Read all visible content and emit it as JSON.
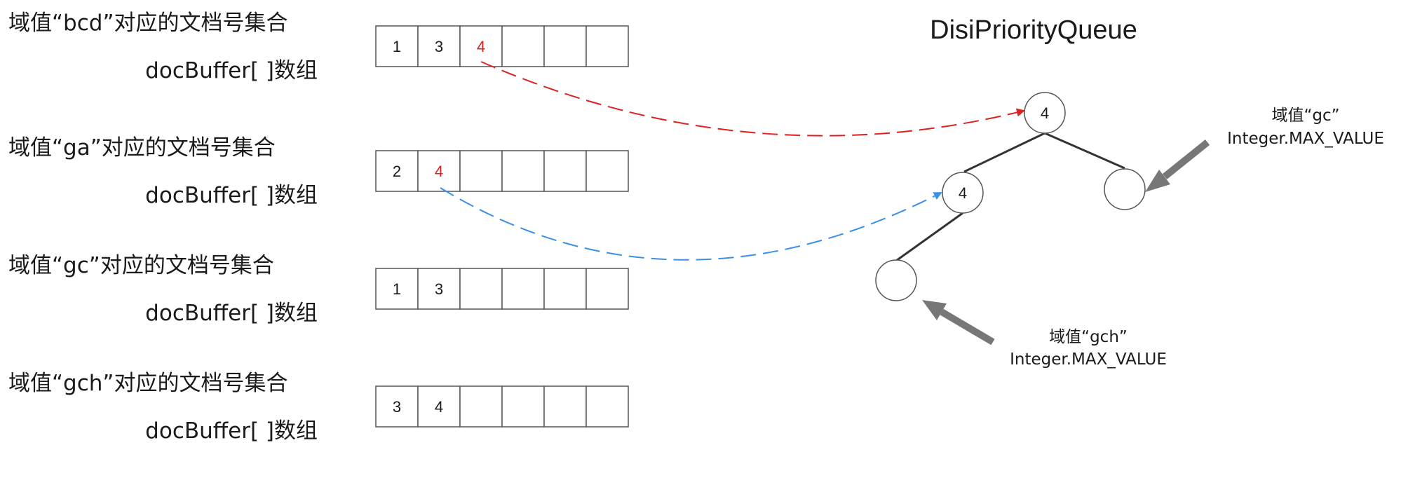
{
  "rows": [
    {
      "title": "域值“bcd”对应的文档号集合",
      "sub": "docBuffer[ ]数组",
      "cells": [
        "1",
        "3",
        "4",
        "",
        "",
        ""
      ],
      "highlight": 2,
      "highlight_color": "#e02020"
    },
    {
      "title": "域值“ga”对应的文档号集合",
      "sub": "docBuffer[ ]数组",
      "cells": [
        "2",
        "4",
        "",
        "",
        "",
        ""
      ],
      "highlight": 1,
      "highlight_color": "#e02020"
    },
    {
      "title": "域值“gc”对应的文档号集合",
      "sub": "docBuffer[ ]数组",
      "cells": [
        "1",
        "3",
        "",
        "",
        "",
        ""
      ],
      "highlight": -1,
      "highlight_color": ""
    },
    {
      "title": "域值“gch”对应的文档号集合",
      "sub": "docBuffer[ ]数组",
      "cells": [
        "3",
        "4",
        "",
        "",
        "",
        ""
      ],
      "highlight": -1,
      "highlight_color": ""
    }
  ],
  "queue": {
    "title": "DisiPriorityQueue",
    "nodes": {
      "root": "4",
      "left": "4",
      "right": "",
      "left_left": ""
    }
  },
  "annotations": {
    "gc": {
      "line1": "域值“gc”",
      "line2": "Integer.MAX_VALUE"
    },
    "gch": {
      "line1": "域值“gch”",
      "line2": "Integer.MAX_VALUE"
    }
  },
  "colors": {
    "red_arrow": "#e02020",
    "blue_arrow": "#3b8fe8",
    "pointer_arrow": "#777777",
    "outline": "#555555"
  }
}
